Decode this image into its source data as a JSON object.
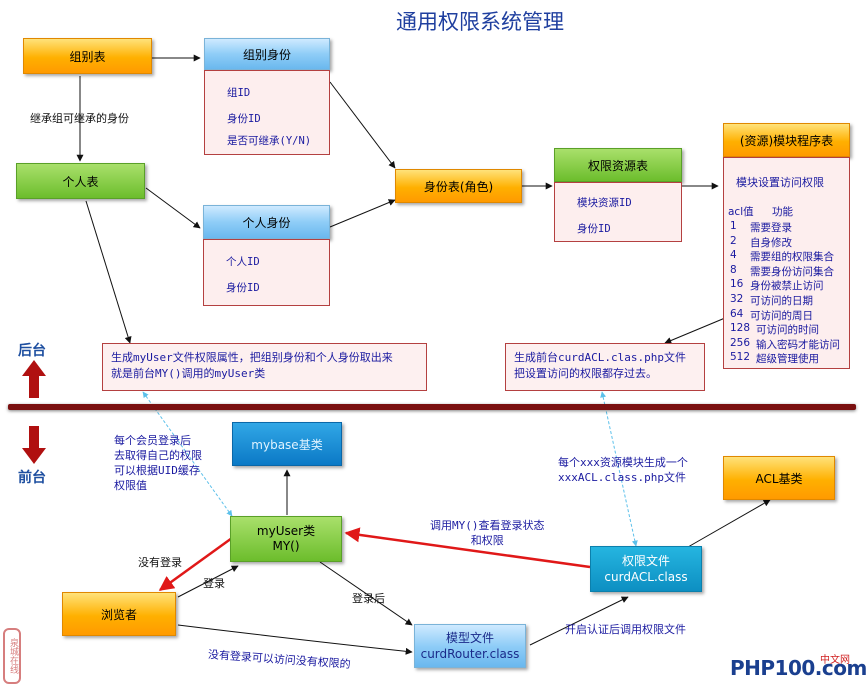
{
  "title": "通用权限系统管理",
  "nodes": {
    "group_table": "组别表",
    "group_identity": {
      "title": "组别身份",
      "fields": [
        "组ID",
        "身份ID",
        "是否可继承(Y/N)"
      ]
    },
    "person_table": "个人表",
    "person_identity": {
      "title": "个人身份",
      "fields": [
        "个人ID",
        "身份ID"
      ]
    },
    "identity_table": "身份表(角色)",
    "resource_table": {
      "title": "权限资源表",
      "fields": [
        "模块资源ID",
        "身份ID"
      ]
    },
    "module_program": {
      "title": "(资源)模块程序表",
      "subtitle": "模块设置访问权限",
      "acl_header": [
        "acl值",
        "功能"
      ],
      "acl_rows": [
        [
          "1",
          "需要登录"
        ],
        [
          "2",
          "自身修改"
        ],
        [
          "4",
          "需要组的权限集合"
        ],
        [
          "8",
          "需要身份访问集合"
        ],
        [
          "16",
          "身份被禁止访问"
        ],
        [
          "32",
          "可访问的日期"
        ],
        [
          "64",
          "可访问的周日"
        ],
        [
          "128",
          "可访问的时间"
        ],
        [
          "256",
          "输入密码才能访问"
        ],
        [
          "512",
          "超级管理使用"
        ]
      ]
    },
    "gen_myuser": [
      "生成myUser文件权限属性，把组别身份和个人身份取出来",
      "就是前台MY()调用的myUser类"
    ],
    "gen_acl": [
      "生成前台curdACL.clas.php文件",
      "把设置访问的权限都存过去。"
    ],
    "mybase": "mybase基类",
    "myuser_class": [
      "myUser类",
      "MY()"
    ],
    "acl_base": "ACL基类",
    "permission_file": [
      "权限文件",
      "curdACL.class"
    ],
    "browser": "浏览者",
    "model_file": [
      "模型文件",
      "curdRouter.class"
    ]
  },
  "edge_labels": {
    "inherit": "继承组可继承的身份",
    "member_login": [
      "每个会员登录后",
      "去取得自己的权限",
      "可以根据UID缓存",
      "权限值"
    ],
    "per_module": [
      "每个xxx资源模块生成一个",
      "xxxACL.class.php文件"
    ],
    "call_my": [
      "调用MY()查看登录状态",
      "和权限"
    ],
    "not_logged": "没有登录",
    "login": "登录",
    "after_login": "登录后",
    "no_login_access": "没有登录可以访问没有权限的",
    "auth_call": "开启认证后调用权限文件"
  },
  "zones": {
    "back": "后台",
    "front": "前台"
  },
  "colors": {
    "divider": "#7a1010",
    "red_arrow": "#e01818",
    "zone_arrow": "#b01010",
    "blue_dash": "#5cc0ea"
  },
  "watermark": {
    "brand": "PHP100.com",
    "site_cn": "中文网",
    "seal": "泉城在线"
  }
}
